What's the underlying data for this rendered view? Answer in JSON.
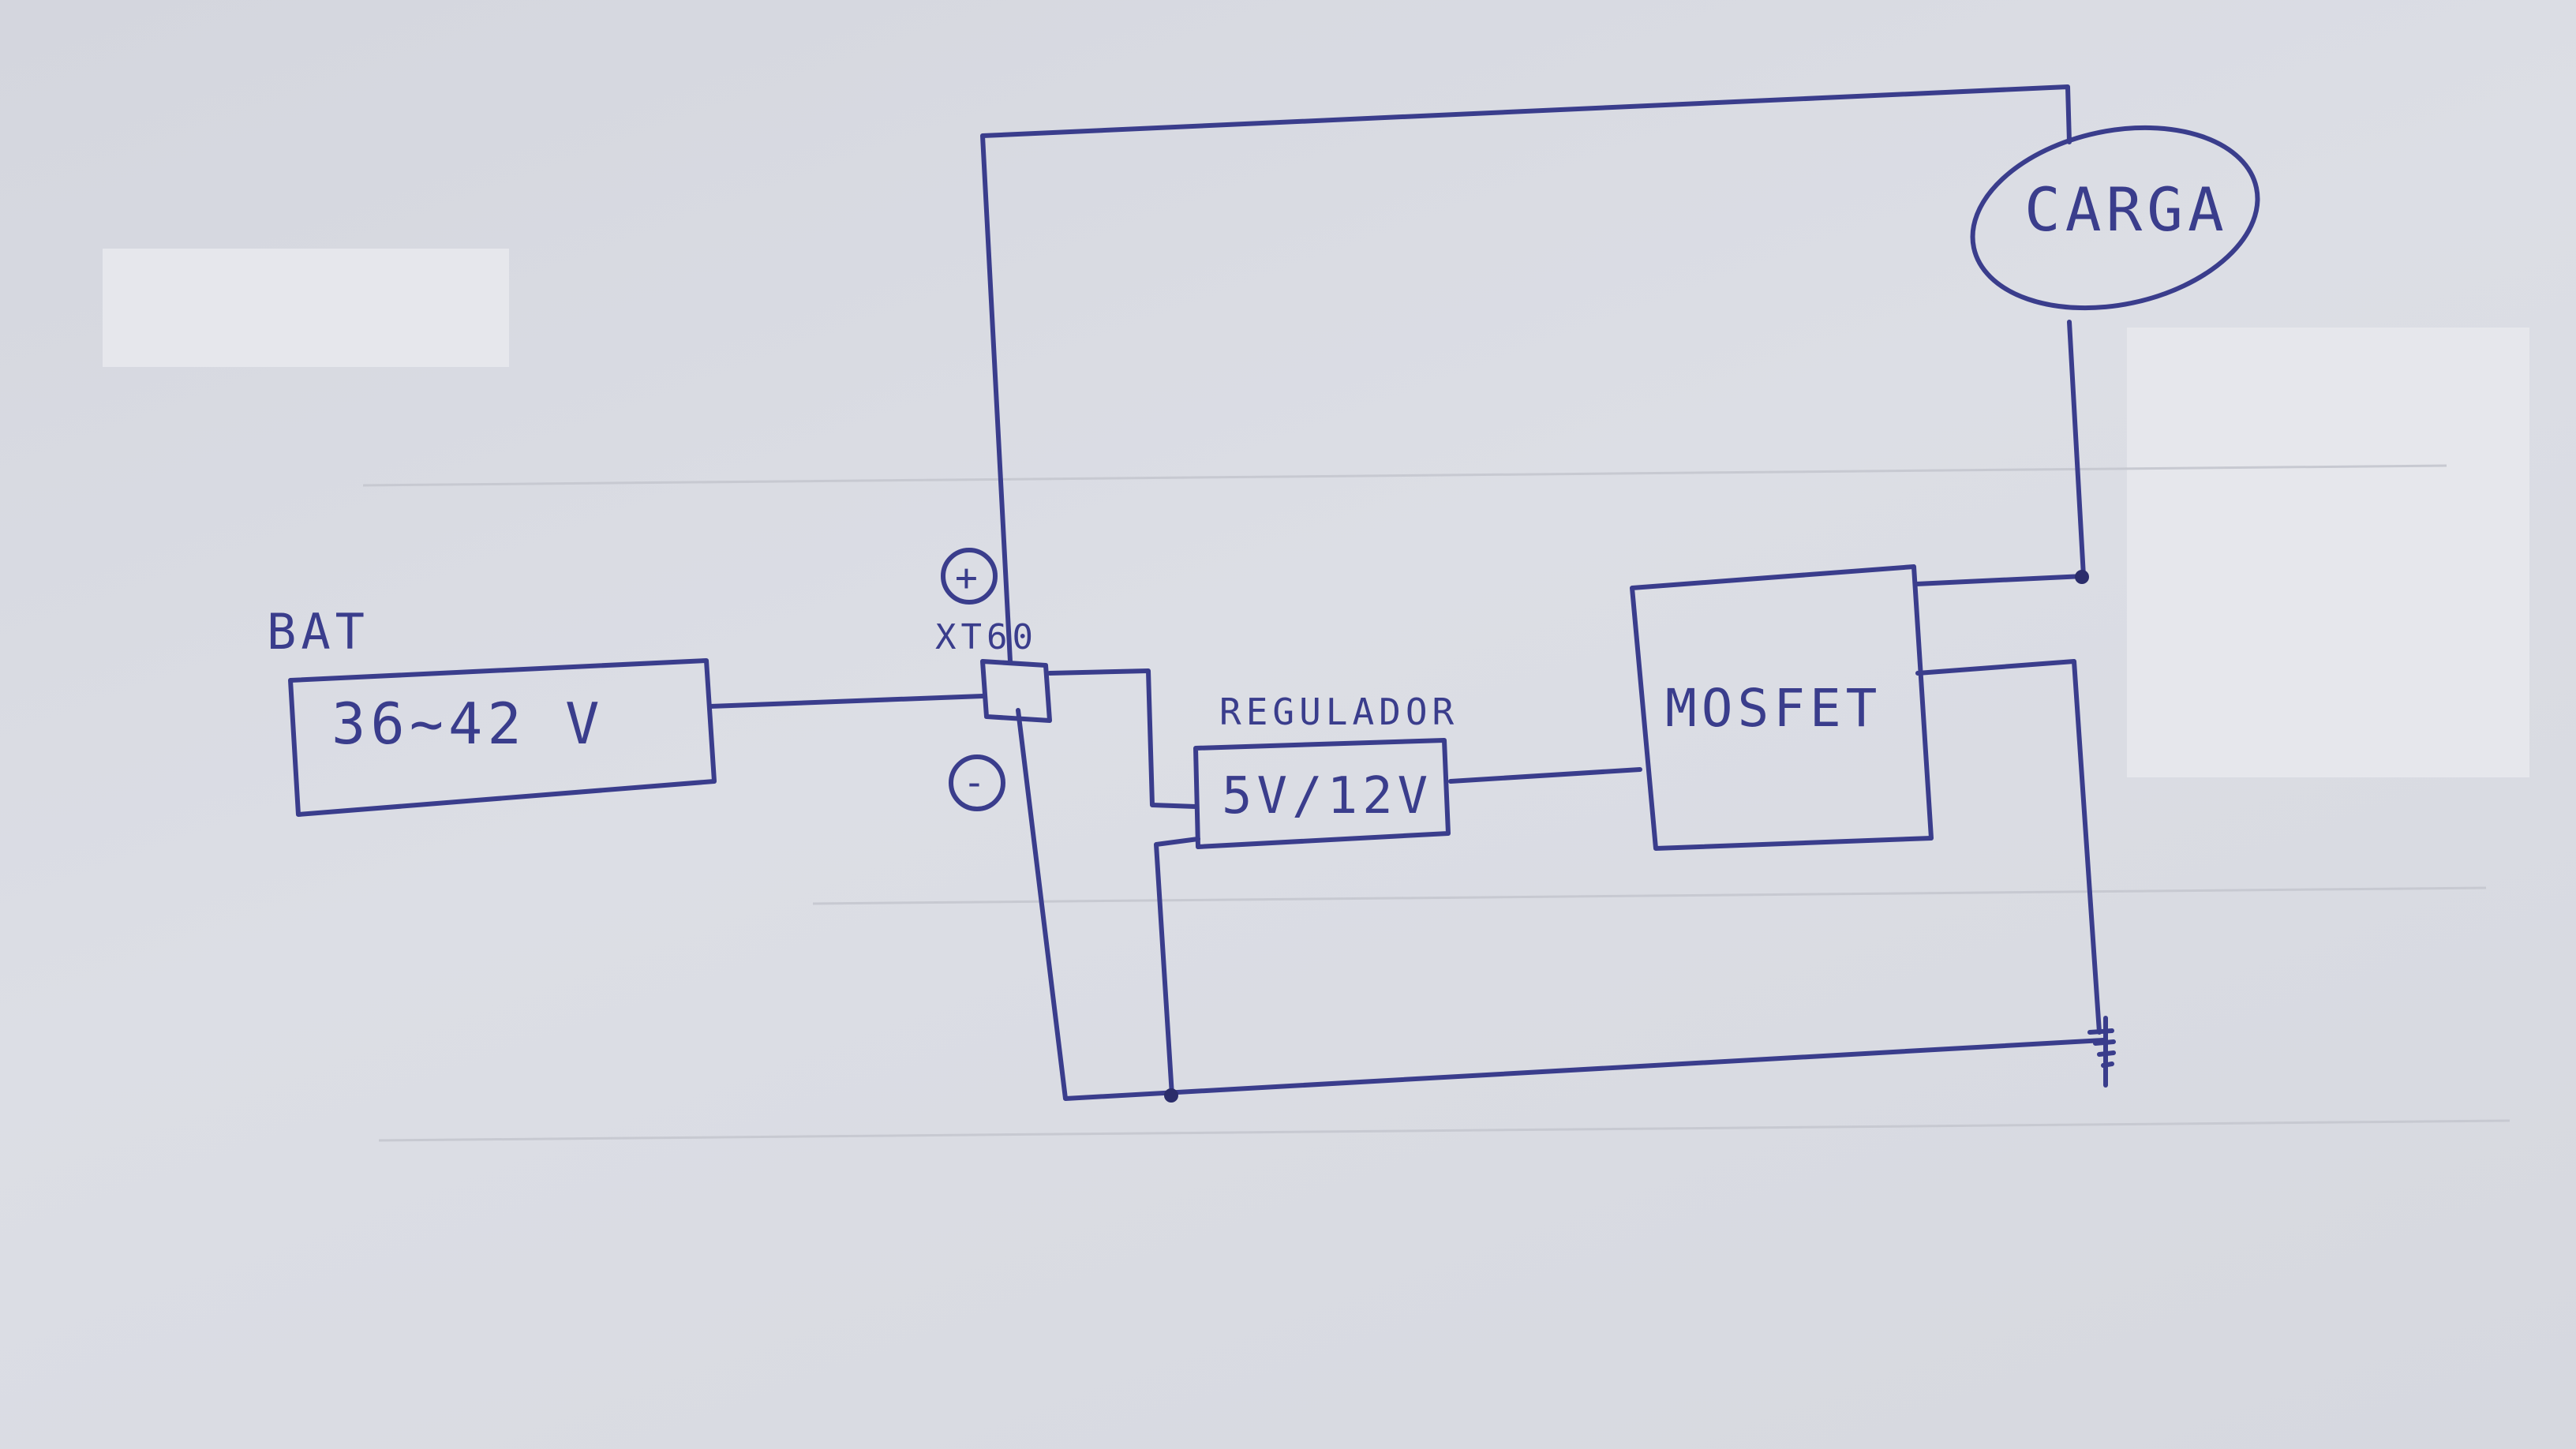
{
  "colors": {
    "ink": "#3a3d8c",
    "paper": "#d9dbe1"
  },
  "battery": {
    "label": "BAT",
    "voltage": "36~42 V"
  },
  "connector": {
    "label": "XT60",
    "plus": "+",
    "minus": "-"
  },
  "regulator": {
    "label": "REGULADOR",
    "value": "5V/12V"
  },
  "mosfet": {
    "label": "MOSFET"
  },
  "load": {
    "label": "CARGA"
  },
  "ground": {
    "icon": "ground-icon"
  }
}
